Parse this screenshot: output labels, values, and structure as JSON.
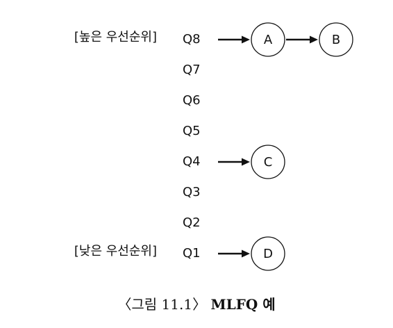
{
  "priority_labels": {
    "high": "[높은 우선순위]",
    "low": "[낮은 우선순위]"
  },
  "queues": [
    {
      "label": "Q8",
      "jobs": [
        "A",
        "B"
      ]
    },
    {
      "label": "Q7",
      "jobs": []
    },
    {
      "label": "Q6",
      "jobs": []
    },
    {
      "label": "Q5",
      "jobs": []
    },
    {
      "label": "Q4",
      "jobs": [
        "C"
      ]
    },
    {
      "label": "Q3",
      "jobs": []
    },
    {
      "label": "Q2",
      "jobs": []
    },
    {
      "label": "Q1",
      "jobs": [
        "D"
      ]
    }
  ],
  "caption": {
    "prefix": "〈그림 11.1〉",
    "suffix": "MLFQ 예"
  }
}
